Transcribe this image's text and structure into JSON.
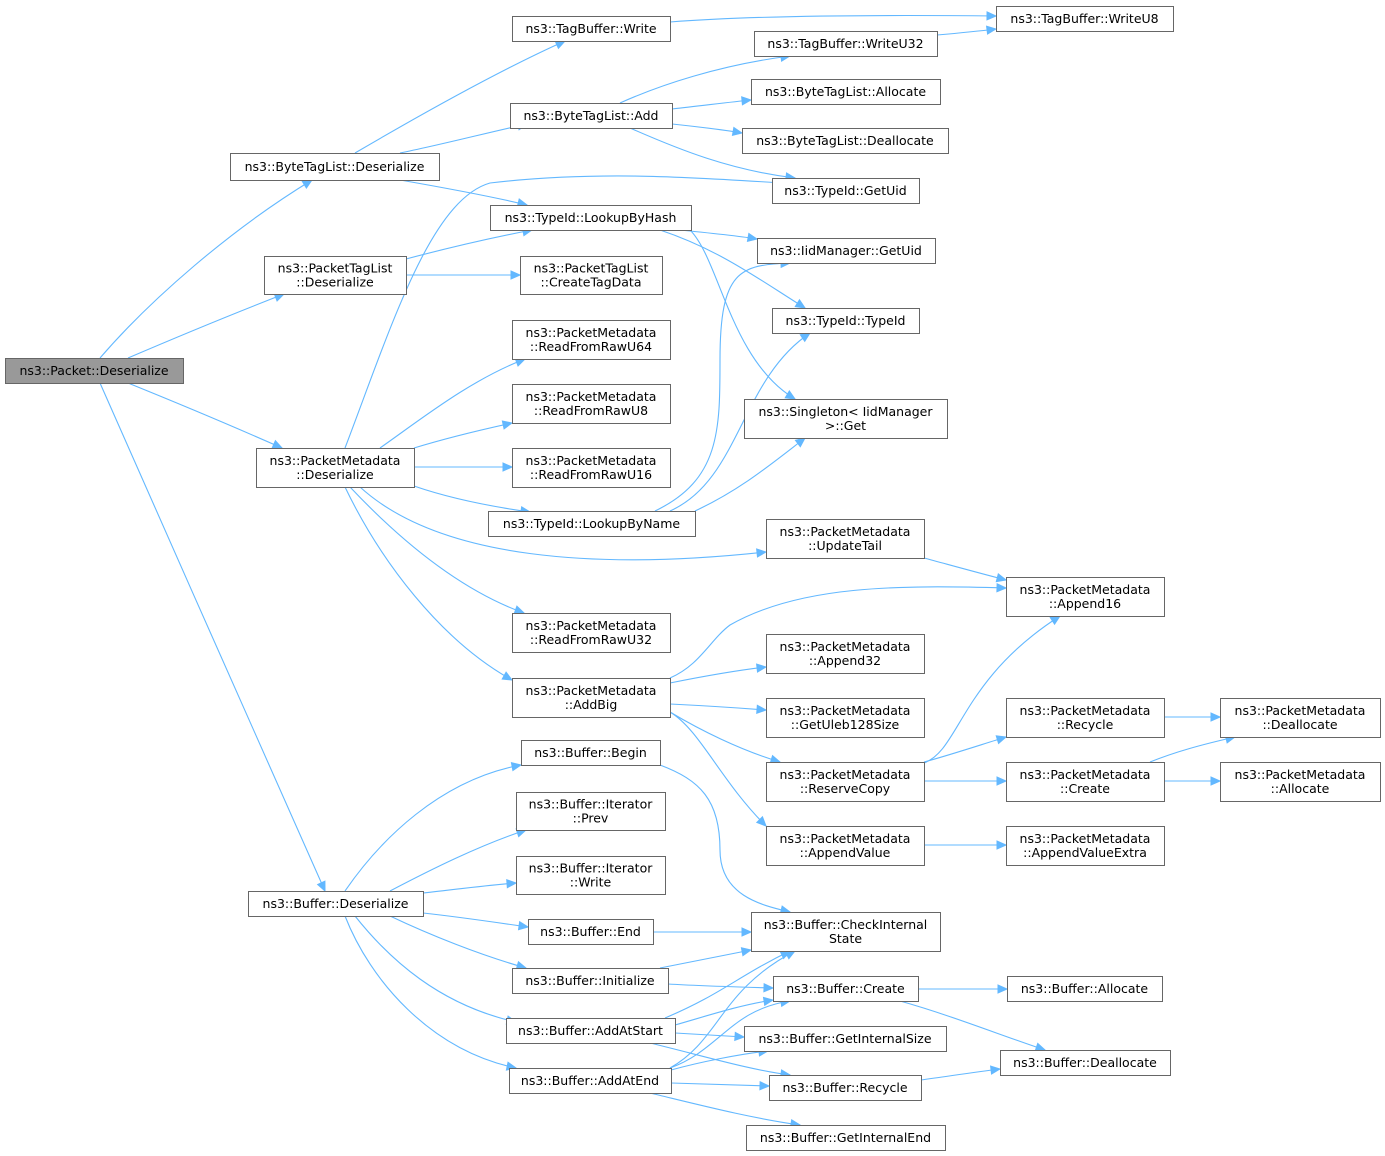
{
  "graph": {
    "nodes": {
      "packet_deserialize": [
        "ns3::Packet::Deserialize"
      ],
      "bytetaglist_deserialize": [
        "ns3::ByteTagList::Deserialize"
      ],
      "packettaglist_deserialize": [
        "ns3::PacketTagList",
        "::Deserialize"
      ],
      "packetmetadata_deserialize": [
        "ns3::PacketMetadata",
        "::Deserialize"
      ],
      "buffer_deserialize": [
        "ns3::Buffer::Deserialize"
      ],
      "tagbuffer_write": [
        "ns3::TagBuffer::Write"
      ],
      "bytetaglist_add": [
        "ns3::ByteTagList::Add"
      ],
      "typeid_lookupbyhash": [
        "ns3::TypeId::LookupByHash"
      ],
      "packettaglist_createtagdata": [
        "ns3::PacketTagList",
        "::CreateTagData"
      ],
      "pm_readfromrawu64": [
        "ns3::PacketMetadata",
        "::ReadFromRawU64"
      ],
      "pm_readfromrawu8": [
        "ns3::PacketMetadata",
        "::ReadFromRawU8"
      ],
      "pm_readfromrawu16": [
        "ns3::PacketMetadata",
        "::ReadFromRawU16"
      ],
      "typeid_lookupbyname": [
        "ns3::TypeId::LookupByName"
      ],
      "pm_readfromrawu32": [
        "ns3::PacketMetadata",
        "::ReadFromRawU32"
      ],
      "pm_addbig": [
        "ns3::PacketMetadata",
        "::AddBig"
      ],
      "buffer_begin": [
        "ns3::Buffer::Begin"
      ],
      "buffer_iterator_prev": [
        "ns3::Buffer::Iterator",
        "::Prev"
      ],
      "buffer_iterator_write": [
        "ns3::Buffer::Iterator",
        "::Write"
      ],
      "buffer_end": [
        "ns3::Buffer::End"
      ],
      "buffer_initialize": [
        "ns3::Buffer::Initialize"
      ],
      "buffer_addatstart": [
        "ns3::Buffer::AddAtStart"
      ],
      "buffer_addatend": [
        "ns3::Buffer::AddAtEnd"
      ],
      "tagbuffer_writeu32": [
        "ns3::TagBuffer::WriteU32"
      ],
      "bytetaglist_allocate": [
        "ns3::ByteTagList::Allocate"
      ],
      "bytetaglist_deallocate": [
        "ns3::ByteTagList::Deallocate"
      ],
      "typeid_getuid": [
        "ns3::TypeId::GetUid"
      ],
      "iidmanager_getuid": [
        "ns3::IidManager::GetUid"
      ],
      "typeid_typeid": [
        "ns3::TypeId::TypeId"
      ],
      "singleton_get": [
        "ns3::Singleton< IidManager",
        ">::Get"
      ],
      "pm_updatetail": [
        "ns3::PacketMetadata",
        "::UpdateTail"
      ],
      "pm_append32": [
        "ns3::PacketMetadata",
        "::Append32"
      ],
      "pm_getuleb128size": [
        "ns3::PacketMetadata",
        "::GetUleb128Size"
      ],
      "pm_reservecopy": [
        "ns3::PacketMetadata",
        "::ReserveCopy"
      ],
      "pm_appendvalue": [
        "ns3::PacketMetadata",
        "::AppendValue"
      ],
      "buffer_checkinternalstate": [
        "ns3::Buffer::CheckInternal",
        "State"
      ],
      "buffer_create": [
        "ns3::Buffer::Create"
      ],
      "buffer_getinternalsize": [
        "ns3::Buffer::GetInternalSize"
      ],
      "buffer_recycle": [
        "ns3::Buffer::Recycle"
      ],
      "buffer_getinternalend": [
        "ns3::Buffer::GetInternalEnd"
      ],
      "tagbuffer_writeu8": [
        "ns3::TagBuffer::WriteU8"
      ],
      "pm_append16": [
        "ns3::PacketMetadata",
        "::Append16"
      ],
      "pm_recycle": [
        "ns3::PacketMetadata",
        "::Recycle"
      ],
      "pm_create": [
        "ns3::PacketMetadata",
        "::Create"
      ],
      "pm_appendvalueextra": [
        "ns3::PacketMetadata",
        "::AppendValueExtra"
      ],
      "buffer_allocate": [
        "ns3::Buffer::Allocate"
      ],
      "buffer_deallocate": [
        "ns3::Buffer::Deallocate"
      ],
      "pm_deallocate": [
        "ns3::PacketMetadata",
        "::Deallocate"
      ],
      "pm_allocate": [
        "ns3::PacketMetadata",
        "::Allocate"
      ]
    },
    "colors": {
      "edge": "#63b8ff",
      "root_fill": "#999999",
      "border": "#666666"
    }
  }
}
